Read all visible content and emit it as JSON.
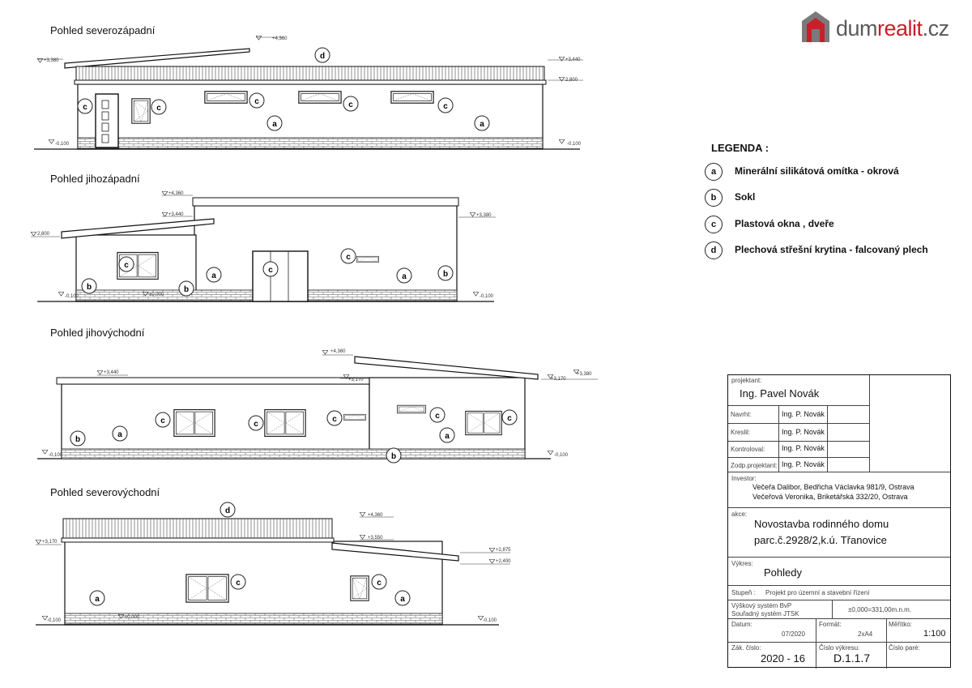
{
  "brand": {
    "name_part1": "dum",
    "name_part2": "realit",
    "name_part3": ".cz",
    "accent_color": "#c8202a",
    "gray_color": "#5a5a5a"
  },
  "views": {
    "v1": {
      "title": "Pohled severozápadní",
      "levels": {
        "ridge": "+4,360",
        "left": "+3,380",
        "right_top": "+3,440",
        "right_mid": "2,800",
        "ground_left": "-0,100",
        "ground_right": "-0,100"
      }
    },
    "v2": {
      "title": "Pohled jihozápadní",
      "levels": {
        "top": "+4,360",
        "mid": "+3,440",
        "left": "2,800",
        "right": "+3,380",
        "ground_left": "-0,100",
        "zero": "±0,000",
        "ground_right": "-0,100"
      }
    },
    "v3": {
      "title": "Pohled jihovýchodní",
      "levels": {
        "top": "+4,360",
        "left": "+3,440",
        "mid": "+3,170",
        "right1": "+3,170",
        "right2": "+3,380",
        "ground_left": "-0,100",
        "ground_right": "-0,100"
      }
    },
    "v4": {
      "title": "Pohled severovýchodní",
      "levels": {
        "top": "+4,360",
        "mid": "+3,550",
        "left": "+3,170",
        "right1": "+2,875",
        "right2": "+2,400",
        "ground_left": "-0,100",
        "zero": "±0,000",
        "ground_right": "-0,100"
      }
    }
  },
  "marks": {
    "a": "a",
    "b": "b",
    "c": "c",
    "d": "d"
  },
  "legend": {
    "title": "LEGENDA :",
    "items": [
      {
        "key": "a",
        "label": "Minerální silikátová omítka - okrová"
      },
      {
        "key": "b",
        "label": "Sokl"
      },
      {
        "key": "c",
        "label": "Plastová okna , dveře"
      },
      {
        "key": "d",
        "label": "Plechová střešní krytina - falcovaný plech"
      }
    ]
  },
  "title_block": {
    "projektant_label": "projektant:",
    "projektant": "Ing. Pavel Novák",
    "navrhl_label": "Navrhl:",
    "navrhl": "Ing. P. Novák",
    "kreslil_label": "Kreslil:",
    "kreslil": "Ing. P. Novák",
    "kontroloval_label": "Kontroloval:",
    "kontroloval": "Ing. P. Novák",
    "zodp_label": "Zodp.projektant:",
    "zodp": "Ing. P. Novák",
    "investor_label": "Investor:",
    "investor_line1": "Večeřa Dalibor, Bedřicha Václavka 981/9,  Ostrava",
    "investor_line2": "Večeřová Veronika, Briketářská 332/20,  Ostrava",
    "akce_label": "akce:",
    "akce_line1": "Novostavba rodinného domu",
    "akce_line2": "parc.č.2928/2,k.ú. Třanovice",
    "vykres_label": "Výkres:",
    "vykres": "Pohledy",
    "stupen_label": "Stupeň :",
    "stupen": "Projekt pro územní  a stavební řízení",
    "vyskovy": "Výškový  systém  BvP",
    "souradny": "Souřadný  systém  JTSK",
    "nula": "±0,000=331,00m.n.m.",
    "datum_label": "Datum:",
    "datum": "07/2020",
    "format_label": "Formát:",
    "format": "2xA4",
    "meritko_label": "Měřítko:",
    "meritko": "1:100",
    "zak_label": "Zák. číslo:",
    "zak": "2020 - 16",
    "cislo_vykresu_label": "Číslo výkresu:",
    "cislo_vykresu": "D.1.1.7",
    "cislo_pare_label": "Číslo paré:"
  }
}
